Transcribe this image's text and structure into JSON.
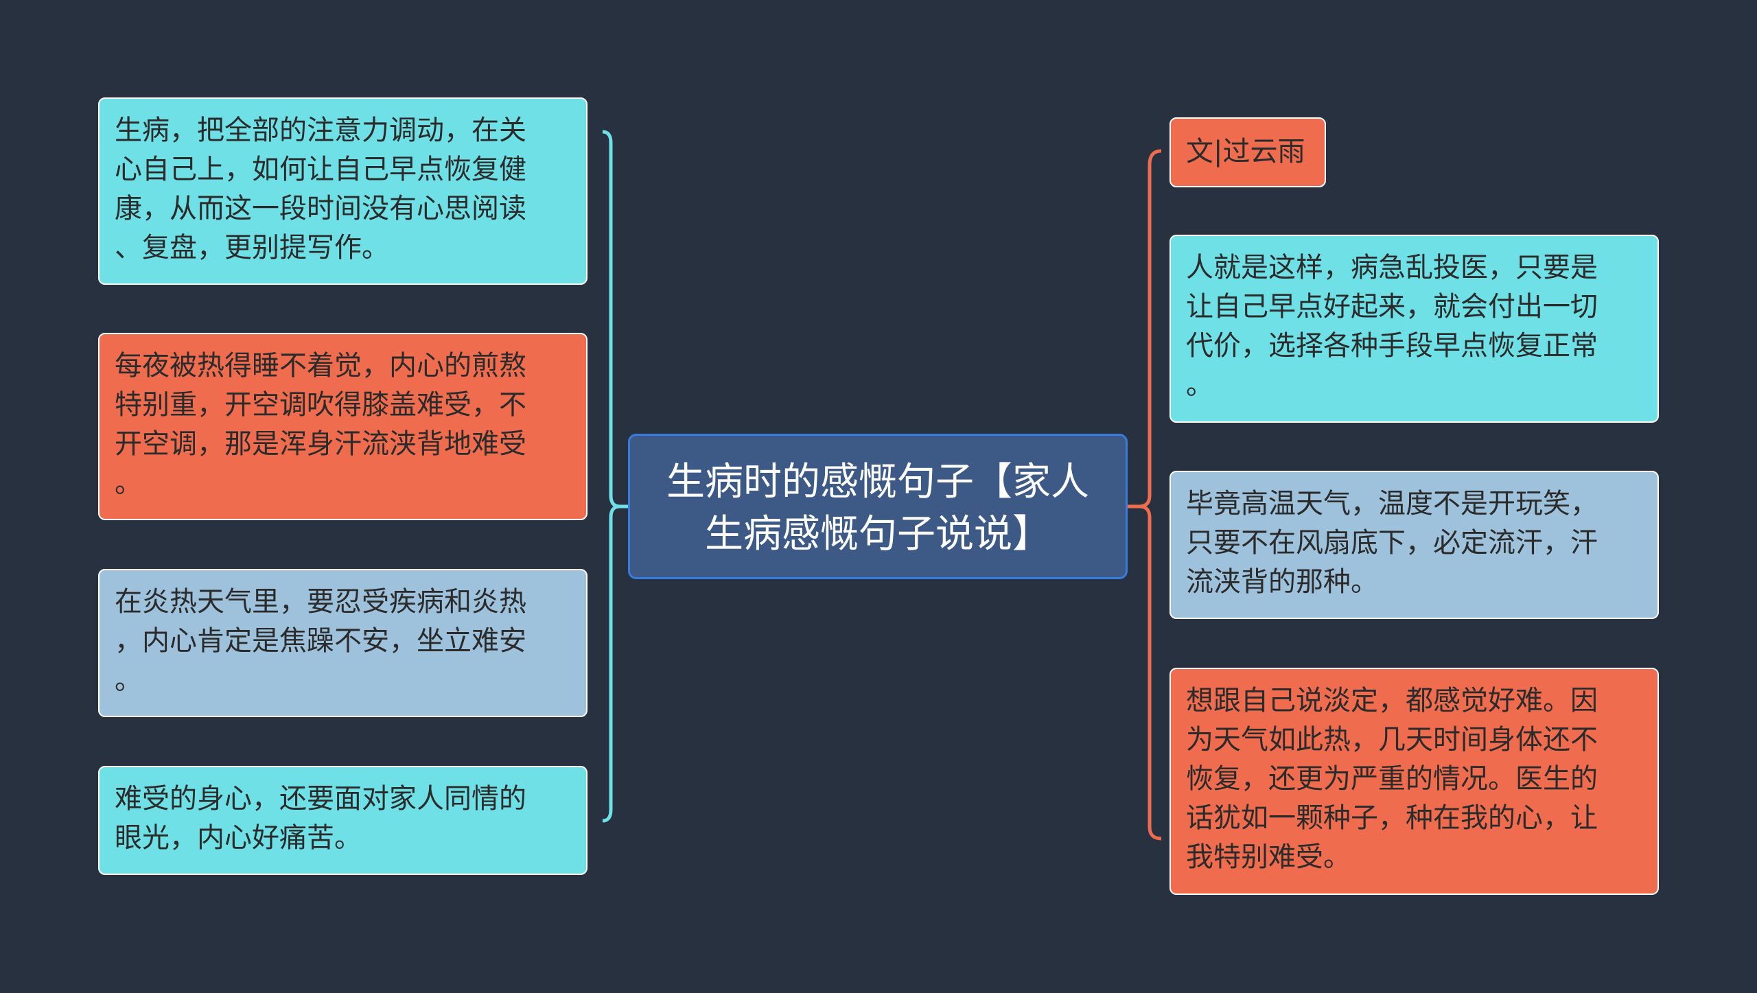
{
  "center_topic": "生病时的感慨句子【家人\n生病感慨句子说说】",
  "left_branches": [
    {
      "text": "生病，把全部的注意力调动，在关\n心自己上，如何让自己早点恢复健\n康，从而这一段时间没有心思阅读\n、复盘，更别提写作。",
      "color": "#6ee0e6"
    },
    {
      "text": "每夜被热得睡不着觉，内心的煎熬\n特别重，开空调吹得膝盖难受，不\n开空调，那是浑身汗流浃背地难受\n。",
      "color": "#ef6c4e"
    },
    {
      "text": "在炎热天气里，要忍受疾病和炎热\n，内心肯定是焦躁不安，坐立难安\n。",
      "color": "#9ec2dc"
    },
    {
      "text": "难受的身心，还要面对家人同情的\n眼光，内心好痛苦。",
      "color": "#6ee0e6"
    }
  ],
  "right_branches": [
    {
      "text": "文|过云雨",
      "color": "#ef6c4e"
    },
    {
      "text": "人就是这样，病急乱投医，只要是\n让自己早点好起来，就会付出一切\n代价，选择各种手段早点恢复正常\n。",
      "color": "#6ee0e6"
    },
    {
      "text": "毕竟高温天气，温度不是开玩笑，\n只要不在风扇底下，必定流汗，汗\n流浃背的那种。",
      "color": "#9ec2dc"
    },
    {
      "text": "想跟自己说淡定，都感觉好难。因\n为天气如此热，几天时间身体还不\n恢复，还更为严重的情况。医生的\n话犹如一颗种子，种在我的心，让\n我特别难受。",
      "color": "#ef6c4e"
    }
  ],
  "colors": {
    "background": "#283140",
    "left_connector": "#6ee0e6",
    "right_connector": "#ef6c4e",
    "center_fill": "#3d5a86",
    "center_border": "#3a7be0"
  }
}
